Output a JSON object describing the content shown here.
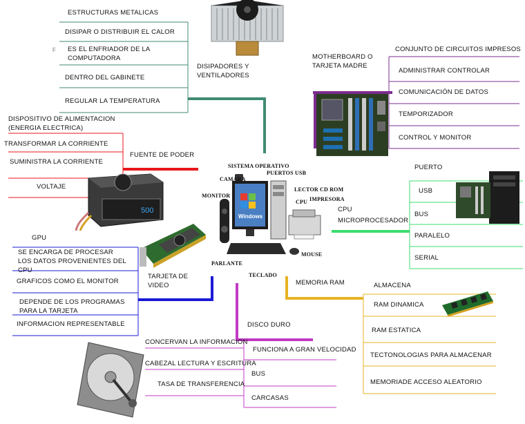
{
  "center": {
    "labels": [
      "SISTEMA OPERATIVO",
      "CAMARA",
      "PUERTOS USB",
      "LECTOR CD ROM",
      "CPU",
      "IMPRESORA",
      "MONITOR",
      "PARLANTE",
      "TECLADO",
      "MOUSE"
    ],
    "os_logo": "Windows"
  },
  "disipadores": {
    "title": "DISIPADORES Y VENTILADORES",
    "items": [
      "ESTRUCTURAS METALICAS",
      "DISIPAR O DISTRIBUIR EL CALOR",
      "ES EL ENFRIADOR DE LA COMPUTADORA",
      "DENTRO DEL GABINETE",
      "REGULAR LA TEMPERATURA"
    ],
    "stray": "F"
  },
  "motherboard": {
    "title": "MOTHERBOARD O TARJETA MADRE",
    "items": [
      "CONJUNTO DE CIRCUITOS IMPRESOS",
      "ADMINISTRAR CONTROLAR",
      "COMUNICACIÓN DE DATOS",
      "TEMPORIZADOR",
      "CONTROL Y MONITOR"
    ]
  },
  "fuente": {
    "title": "FUENTE DE PODER",
    "items": [
      "DISPOSITIVO DE ALIMENTACION (ENERGIA ELECTRICA)",
      "TRANSFORMAR LA CORRIENTE",
      "SUMINISTRA LA CORRIENTE",
      "VOLTAJE"
    ],
    "psu_label": "500"
  },
  "puerto": {
    "title": "PUERTO",
    "items": [
      "USB",
      "BUS",
      "PARALELO",
      "SERIAL"
    ]
  },
  "cpu": {
    "title": "CPU MICROPROCESADOR"
  },
  "gpu": {
    "title": "GPU",
    "branch": "TARJETA DE VIDEO",
    "items": [
      "SE ENCARGA DE PROCESAR LOS DATOS PROVENIENTES DEL CPU",
      "GRAFICOS COMO EL MONITOR",
      "DEPENDE DE LOS PROGRAMAS PARA LA TARJETA",
      "INFORMACION REPRESENTABLE"
    ]
  },
  "ram": {
    "title": "MEMORIA RAM",
    "items": [
      "ALMACENA",
      "RAM DINAMICA",
      "RAM ESTATICA",
      "TECTONOLOGIAS PARA ALMACENAR",
      "MEMORIADE ACCESO ALEATORIO"
    ]
  },
  "disco": {
    "title": "DISCO DURO",
    "items": [
      "CONCERVAN LA INFORMACION",
      "FUNCIONA A GRAN VELOCIDAD",
      "CABEZAL LECTURA Y ESCRITURA",
      "BUS",
      "TASA DE TRANSFERENCIA",
      "CARCASAS"
    ]
  },
  "colors": {
    "teal": "#3f8a73",
    "purple": "#7b2c8f",
    "red": "#e8161b",
    "green": "#3ddc6e",
    "blue": "#1a1ad6",
    "magenta": "#c23ac4",
    "gold": "#e7b323"
  }
}
